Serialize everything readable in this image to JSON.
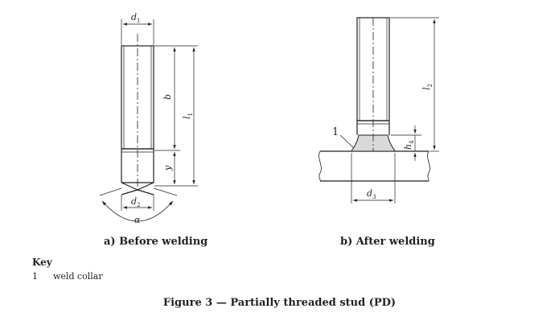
{
  "captions": {
    "a": "a) Before welding",
    "b": "b) After welding"
  },
  "key": {
    "title": "Key",
    "items": [
      {
        "number": "1",
        "label": "weld collar"
      }
    ]
  },
  "figure_title": "Figure 3 — Partially threaded stud (PD)",
  "diagram_labels": {
    "d1": {
      "main": "d",
      "sub": "1"
    },
    "b": "b",
    "l1": {
      "main": "l",
      "sub": "1"
    },
    "y": "y",
    "d2": {
      "main": "d",
      "sub": "2"
    },
    "alpha": "α",
    "l2": {
      "main": "l",
      "sub": "2"
    },
    "h4": {
      "main": "h",
      "sub": "4"
    },
    "d3": {
      "main": "d",
      "sub": "3"
    },
    "callout": "1"
  },
  "colors": {
    "line": "#231f20",
    "weld_collar_fill": "#d9d9d9"
  }
}
